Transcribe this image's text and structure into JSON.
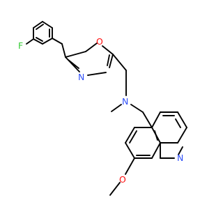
{
  "structure": {
    "atoms": [
      {
        "id": "F1",
        "symbol": "F",
        "color": "#33cc33"
      },
      {
        "id": "O1",
        "symbol": "O",
        "color": "#ff0d0d"
      },
      {
        "id": "N1",
        "symbol": "N",
        "color": "#3050f8"
      },
      {
        "id": "N2",
        "symbol": "N",
        "color": "#3050f8"
      },
      {
        "id": "N3",
        "symbol": "N",
        "color": "#3050f8"
      },
      {
        "id": "O2",
        "symbol": "O",
        "color": "#ff0d0d"
      }
    ]
  }
}
